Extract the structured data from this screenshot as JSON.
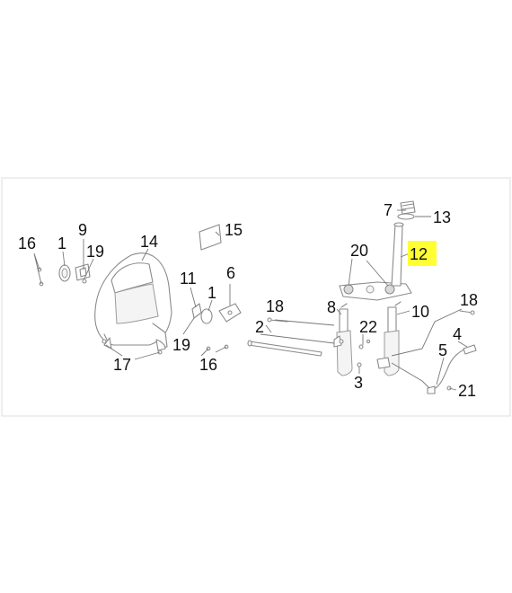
{
  "colors": {
    "highlight": "#ffff33",
    "line": "#8a8a8a",
    "text": "#111111"
  },
  "callouts": {
    "c1a": "1",
    "c1b": "1",
    "c2": "2",
    "c3": "3",
    "c4": "4",
    "c5": "5",
    "c6": "6",
    "c7": "7",
    "c8": "8",
    "c9": "9",
    "c10": "10",
    "c11": "11",
    "c12": "12",
    "c13": "13",
    "c14": "14",
    "c15": "15",
    "c16a": "16",
    "c16b": "16",
    "c17": "17",
    "c18a": "18",
    "c18b": "18",
    "c19a": "19",
    "c19b": "19",
    "c20": "20",
    "c21": "21",
    "c22": "22"
  },
  "highlighted_callout": "12"
}
